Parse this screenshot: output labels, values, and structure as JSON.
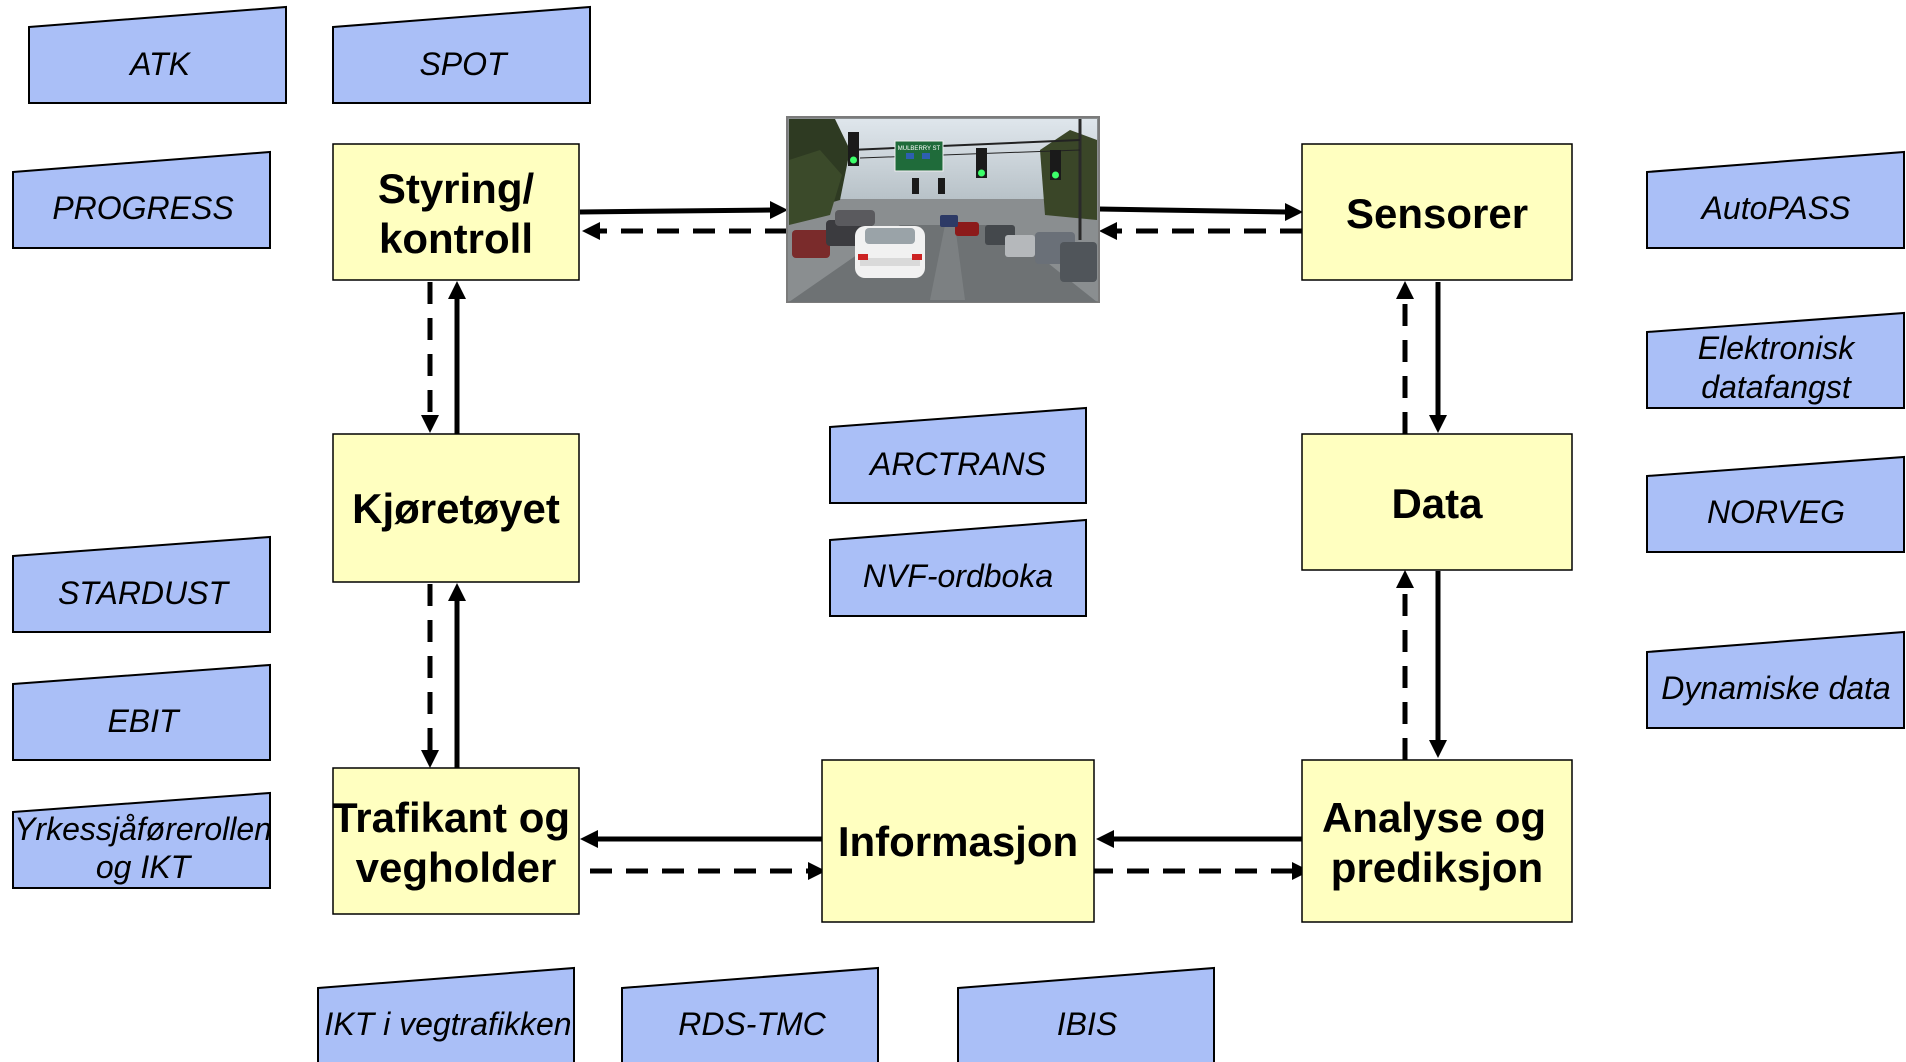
{
  "nodes": {
    "styring": {
      "line1": "Styring/",
      "line2": "kontroll"
    },
    "sensorer": {
      "label": "Sensorer"
    },
    "kjoretoyet": {
      "label": "Kjøretøyet"
    },
    "data": {
      "label": "Data"
    },
    "trafikant": {
      "line1": "Trafikant og",
      "line2": "vegholder"
    },
    "informasjon": {
      "label": "Informasjon"
    },
    "analyse": {
      "line1": "Analyse og",
      "line2": "prediksjon"
    }
  },
  "tags": {
    "atk": "ATK",
    "spot": "SPOT",
    "progress": "PROGRESS",
    "autopass": "AutoPASS",
    "elektronisk": {
      "line1": "Elektronisk",
      "line2": "datafangst"
    },
    "arctrans": "ARCTRANS",
    "nvf": "NVF-ordboka",
    "norveg": "NORVEG",
    "stardust": "STARDUST",
    "ebit": "EBIT",
    "dynamiske": "Dynamiske data",
    "yrkes": {
      "line1": "Yrkessjåførerollen",
      "line2": "og IKT"
    },
    "ikt": "IKT i vegtrafikken",
    "rds": "RDS-TMC",
    "ibis": "IBIS"
  },
  "photo": {
    "sign_text": "MULBERRY ST"
  }
}
